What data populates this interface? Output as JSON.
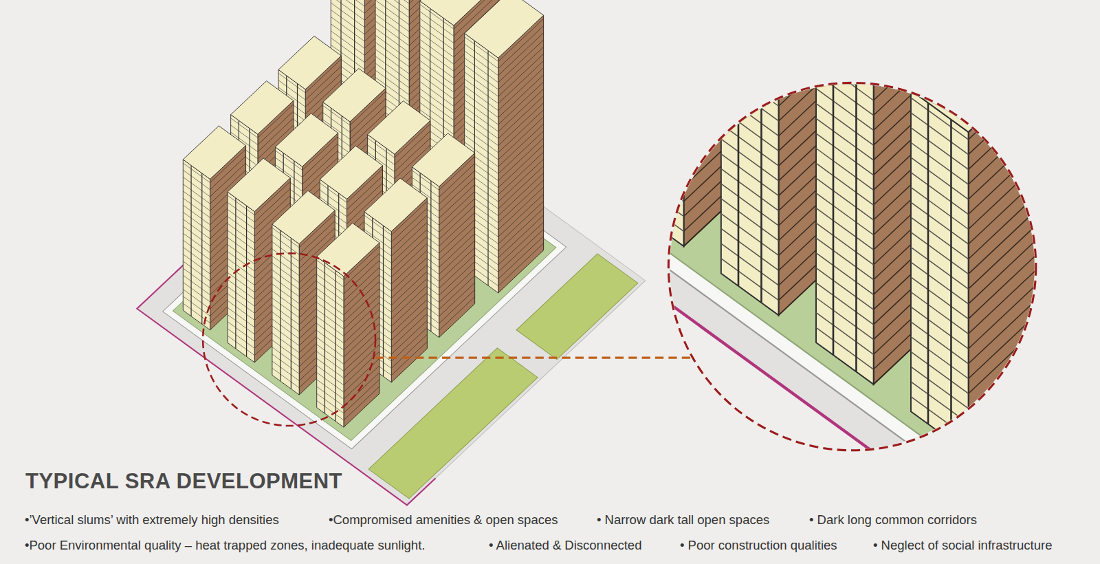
{
  "diagram": {
    "title": "TYPICAL SRA DEVELOPMENT",
    "labels": [
      "•’Vertical slums’ with extremely high densities",
      "•Compromised amenities & open spaces",
      "• Narrow dark tall open spaces",
      "• Dark long common corridors",
      "•Poor Environmental quality – heat trapped zones, inadequate sunlight.",
      "• Alienated & Disconnected",
      "• Poor construction qualities",
      "• Neglect of social infrastructure"
    ]
  }
}
